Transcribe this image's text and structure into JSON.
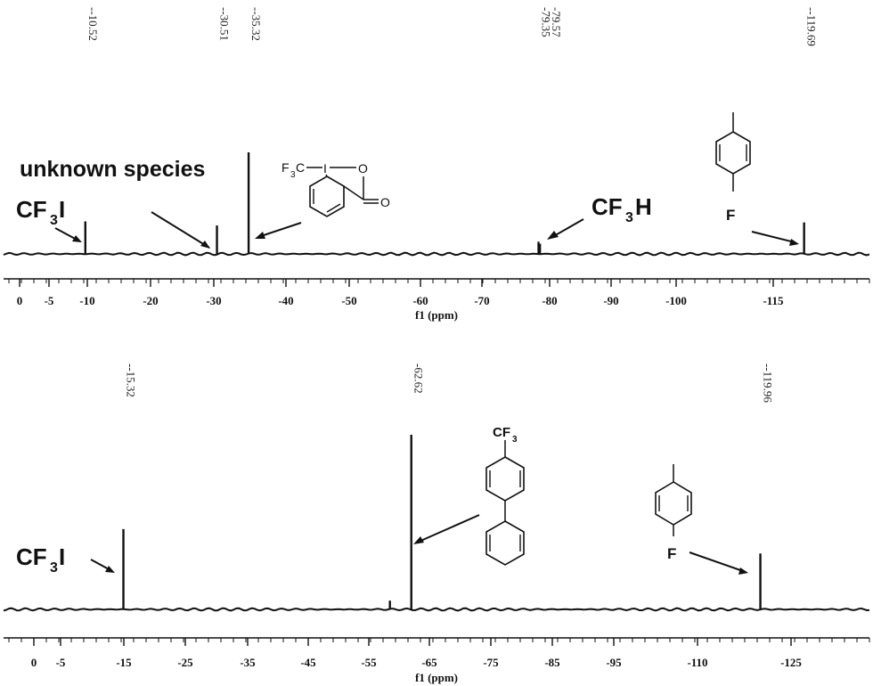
{
  "chart_data": [
    {
      "type": "line",
      "panel": "top",
      "xlabel": "f1 (ppm)",
      "tick_labels": [
        "0",
        "-5",
        "-10",
        "-20",
        "-30",
        "-40",
        "-50",
        "-60",
        "-70",
        "-80",
        "-90",
        "-100",
        "-115"
      ],
      "peaks": [
        {
          "x": -10.52,
          "intensity": 0.32,
          "label": "--10.52"
        },
        {
          "x": -30.51,
          "intensity": 0.28,
          "label": "--30.51"
        },
        {
          "x": -35.32,
          "intensity": 1.0,
          "label": "--35.32"
        },
        {
          "x": -79.35,
          "intensity": 0.12,
          "label": "-79.35"
        },
        {
          "x": -79.57,
          "intensity": 0.1,
          "label": "-79.57"
        },
        {
          "x": -119.69,
          "intensity": 0.31,
          "label": "--119.69"
        }
      ],
      "annotations": {
        "unknown": "unknown species",
        "cf3i_main": "CF",
        "cf3i_sub": "3",
        "cf3i_end": "I",
        "cf3h_main": "CF",
        "cf3h_sub": "3",
        "cf3h_end": "H",
        "togni_f": "F",
        "togni_sub": "3",
        "togni_c": "C",
        "togni_i": "I",
        "togni_o1": "O",
        "togni_o2": "O",
        "fluoro_f": "F"
      }
    },
    {
      "type": "line",
      "panel": "bottom",
      "xlabel": "f1 (ppm)",
      "tick_labels": [
        "0",
        "-5",
        "-15",
        "-25",
        "-35",
        "-45",
        "-55",
        "-65",
        "-75",
        "-85",
        "-95",
        "-110",
        "-125"
      ],
      "peaks": [
        {
          "x": -15.32,
          "intensity": 0.46,
          "label": "--15.32"
        },
        {
          "x": -59.1,
          "intensity": 0.05,
          "label": ""
        },
        {
          "x": -62.62,
          "intensity": 1.0,
          "label": "-62.62"
        },
        {
          "x": -119.96,
          "intensity": 0.32,
          "label": "--119.96"
        }
      ],
      "annotations": {
        "cf3i_main": "CF",
        "cf3i_sub": "3",
        "cf3i_end": "I",
        "biphenyl_main": "CF",
        "biphenyl_sub": "3",
        "fluoro_f": "F"
      }
    }
  ]
}
